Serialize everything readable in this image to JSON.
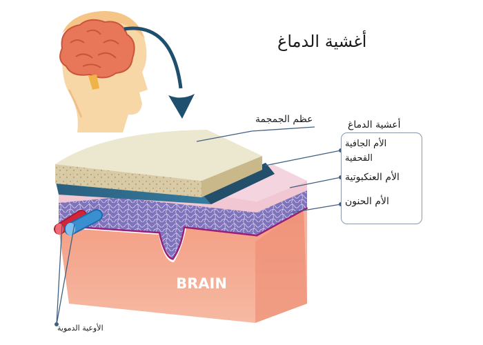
{
  "title": "أغشية الدماغ",
  "labels": {
    "skull": "عظم الجمجمة",
    "meninges_group": "أعشية الدماغ",
    "dura_line1": "الأم الجافية",
    "dura_line2": "القحفية",
    "arachnoid": "الأم العنكبوتية",
    "pia": "الأم الحنون",
    "blood_vessels": "الأوعية الدموية",
    "brain": "BRAIN"
  },
  "colors": {
    "skull_top": "#ece7cf",
    "skull_side": "#d9cfae",
    "dura": "#2f6f92",
    "arachnoid": "#f1c7d3",
    "pia": "#9a1f78",
    "subarachnoid": "#8b7fc2",
    "brain": "#f2a487",
    "artery": "#d3243a",
    "vein": "#3a8fd0",
    "arrow": "#1f4f6e",
    "head": "#f8d7a6",
    "brain_icon": "#e8775a"
  }
}
